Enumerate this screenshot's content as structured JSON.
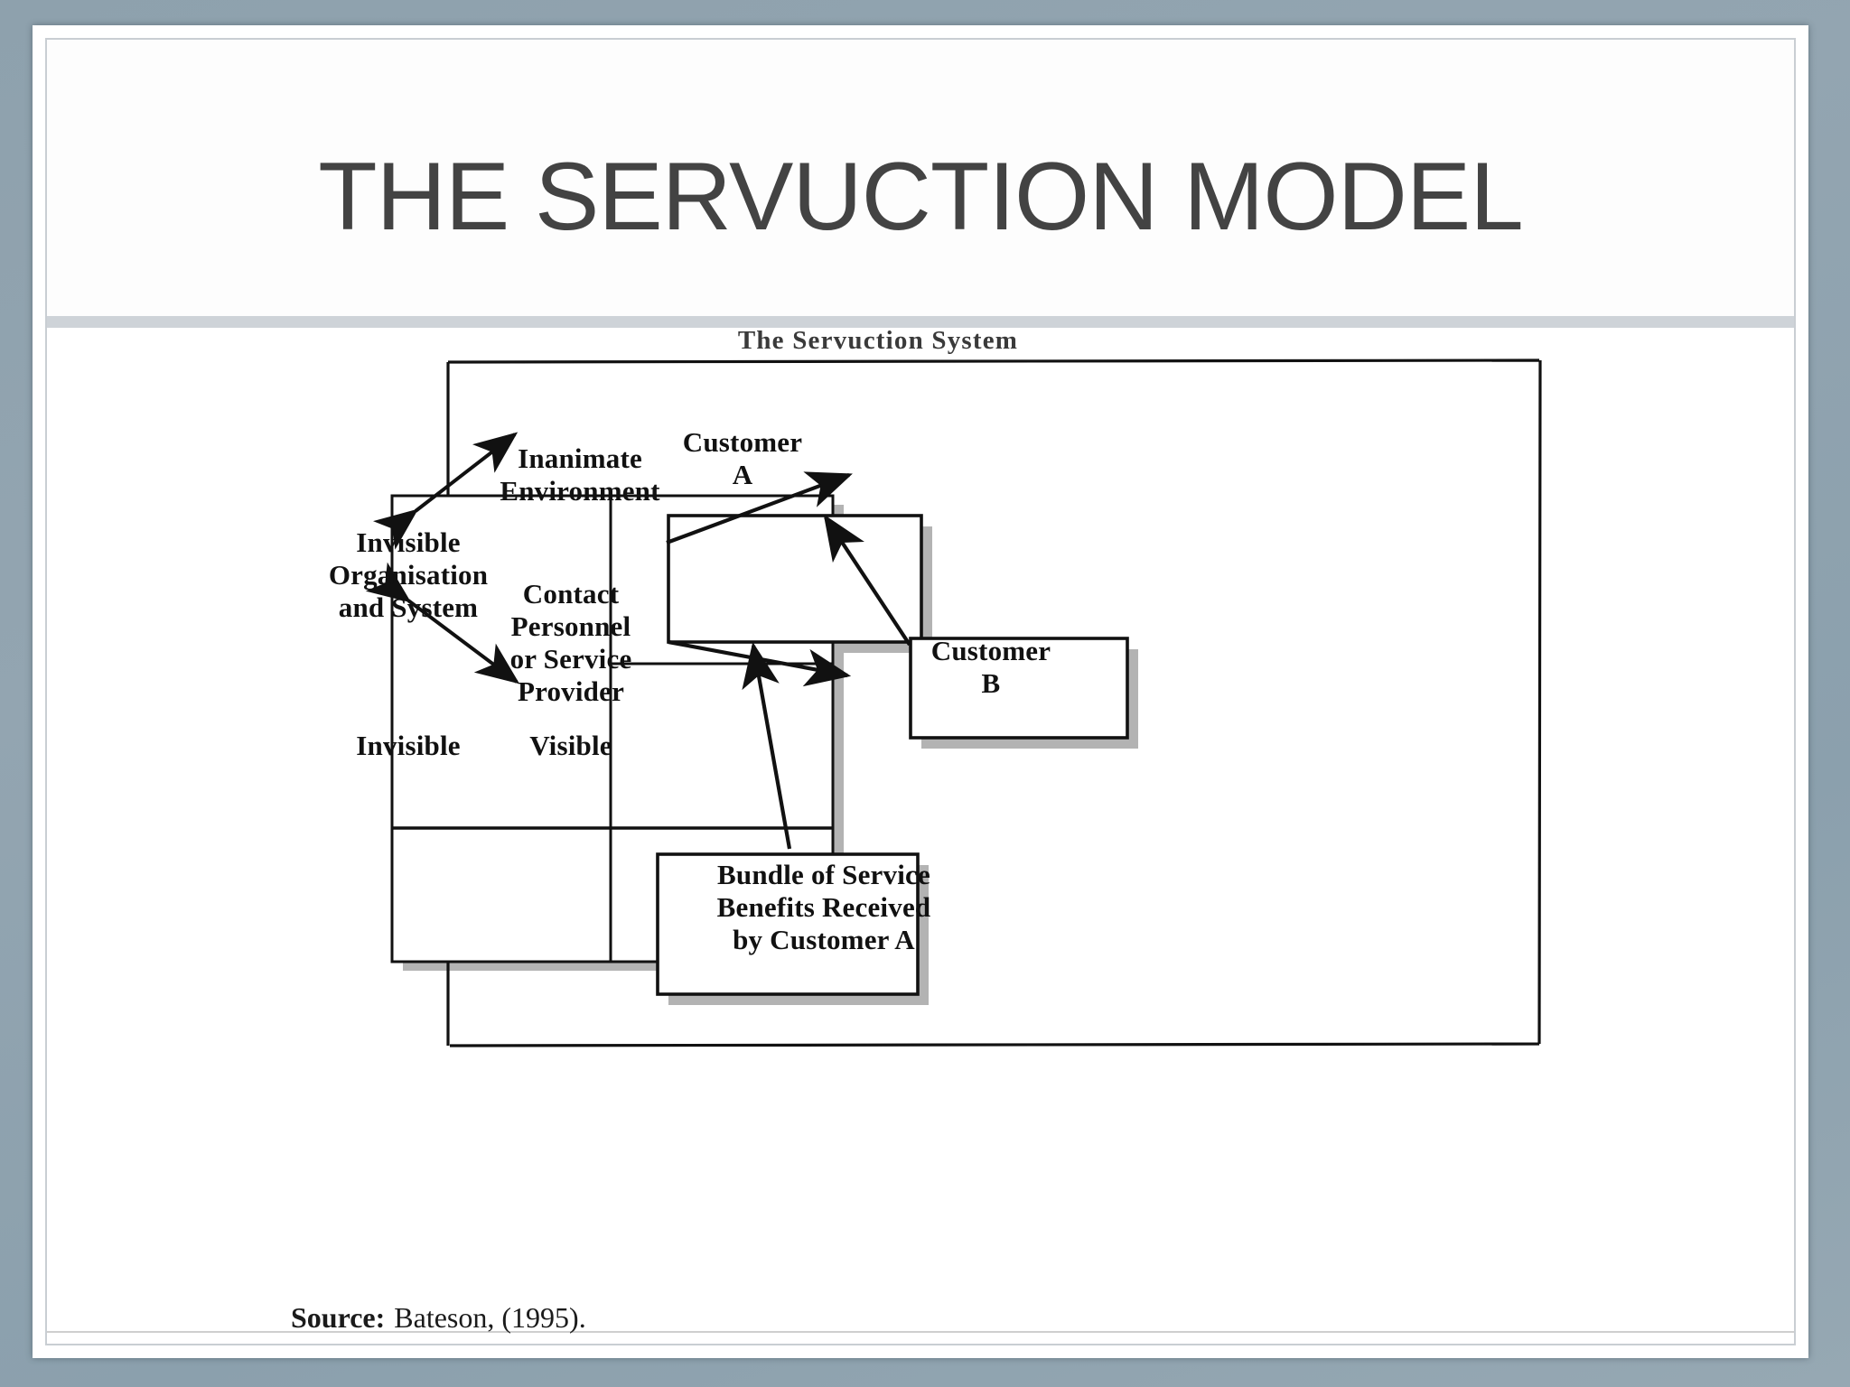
{
  "slide": {
    "title": "THE SERVUCTION MODEL",
    "accent_color": "#ced3d8",
    "background_color": "#8fa2ae",
    "title_color": "#434343"
  },
  "diagram": {
    "heading": "The  Servuction  System",
    "source": {
      "label": "Source:",
      "value": "Bateson, (1995)."
    },
    "nodes": {
      "inanimate_environment": "Inanimate\nEnvironment",
      "inanimate_environment_lines": [
        "Inanimate",
        "Environment"
      ],
      "invisible_organisation": "Invisible\nOrganisation\nand System",
      "invisible_organisation_lines": [
        "Invisible",
        "Organisation",
        "and System"
      ],
      "contact_personnel": "Contact\nPersonnel\nor Service\nProvider",
      "contact_personnel_lines": [
        "Contact",
        "Personnel",
        "or Service",
        "Provider"
      ],
      "invisible_label": "Invisible",
      "visible_label": "Visible",
      "customer_a": "Customer\nA",
      "customer_a_lines": [
        "Customer",
        "A"
      ],
      "customer_b": "Customer\nB",
      "customer_b_lines": [
        "Customer",
        "B"
      ],
      "bundle": "Bundle of Service\nBenefits Received\nby Customer A",
      "bundle_lines": [
        "Bundle of Service",
        "Benefits Received",
        "by Customer A"
      ]
    },
    "edges": [
      {
        "from": "invisible_organisation",
        "to": "inanimate_environment",
        "style": "double-arrow"
      },
      {
        "from": "invisible_organisation",
        "to": "contact_personnel",
        "style": "double-arrow"
      },
      {
        "from": "customer_a",
        "to": "inanimate_environment",
        "style": "arrow"
      },
      {
        "from": "customer_a",
        "to": "contact_personnel",
        "style": "arrow"
      },
      {
        "from": "customer_a",
        "to": "customer_b",
        "style": "arrow"
      },
      {
        "from": "customer_a",
        "to": "bundle",
        "style": "arrow"
      }
    ]
  }
}
